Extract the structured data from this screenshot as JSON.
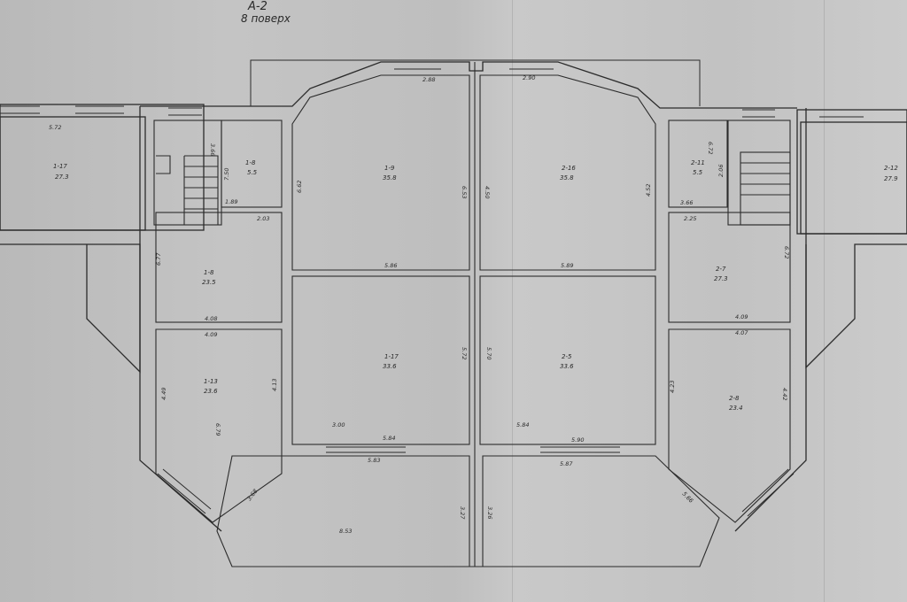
{
  "header": {
    "title": "А-2",
    "floor": "8 поверх"
  },
  "rooms": [
    {
      "id": "r1",
      "number": "1-17",
      "area": "27.3"
    },
    {
      "id": "r2",
      "number": "1-8",
      "area": "5.5"
    },
    {
      "id": "r3",
      "number": "1-9",
      "area": "35.8"
    },
    {
      "id": "r4",
      "number": "2-16",
      "area": "35.8"
    },
    {
      "id": "r5",
      "number": "2-11",
      "area": "5.5"
    },
    {
      "id": "r6",
      "number": "2-12",
      "area": "27.9"
    },
    {
      "id": "r7",
      "number": "1-8",
      "area": "23.5"
    },
    {
      "id": "r8",
      "number": "2-7",
      "area": "27.3"
    },
    {
      "id": "r9",
      "number": "1-13",
      "area": "23.6"
    },
    {
      "id": "r10",
      "number": "1-17",
      "area": "33.6"
    },
    {
      "id": "r11",
      "number": "2-5",
      "area": "33.6"
    },
    {
      "id": "r12",
      "number": "2-8",
      "area": "23.4"
    }
  ],
  "dims": [
    "5.72",
    "2.88",
    "2.90",
    "3.66",
    "7.50",
    "1.89",
    "2.03",
    "6.62",
    "6.53",
    "4.50",
    "4.52",
    "6.72",
    "2.06",
    "3.66",
    "2.25",
    "6.77",
    "5.86",
    "5.89",
    "6.72",
    "4.08",
    "4.09",
    "4.09",
    "4.07",
    "4.49",
    "6.79",
    "4.13",
    "5.72",
    "5.70",
    "4.23",
    "4.42",
    "3.00",
    "5.84",
    "5.84",
    "5.90",
    "5.83",
    "5.87",
    "3.68",
    "3.27",
    "3.26",
    "5.66",
    "8.53"
  ]
}
